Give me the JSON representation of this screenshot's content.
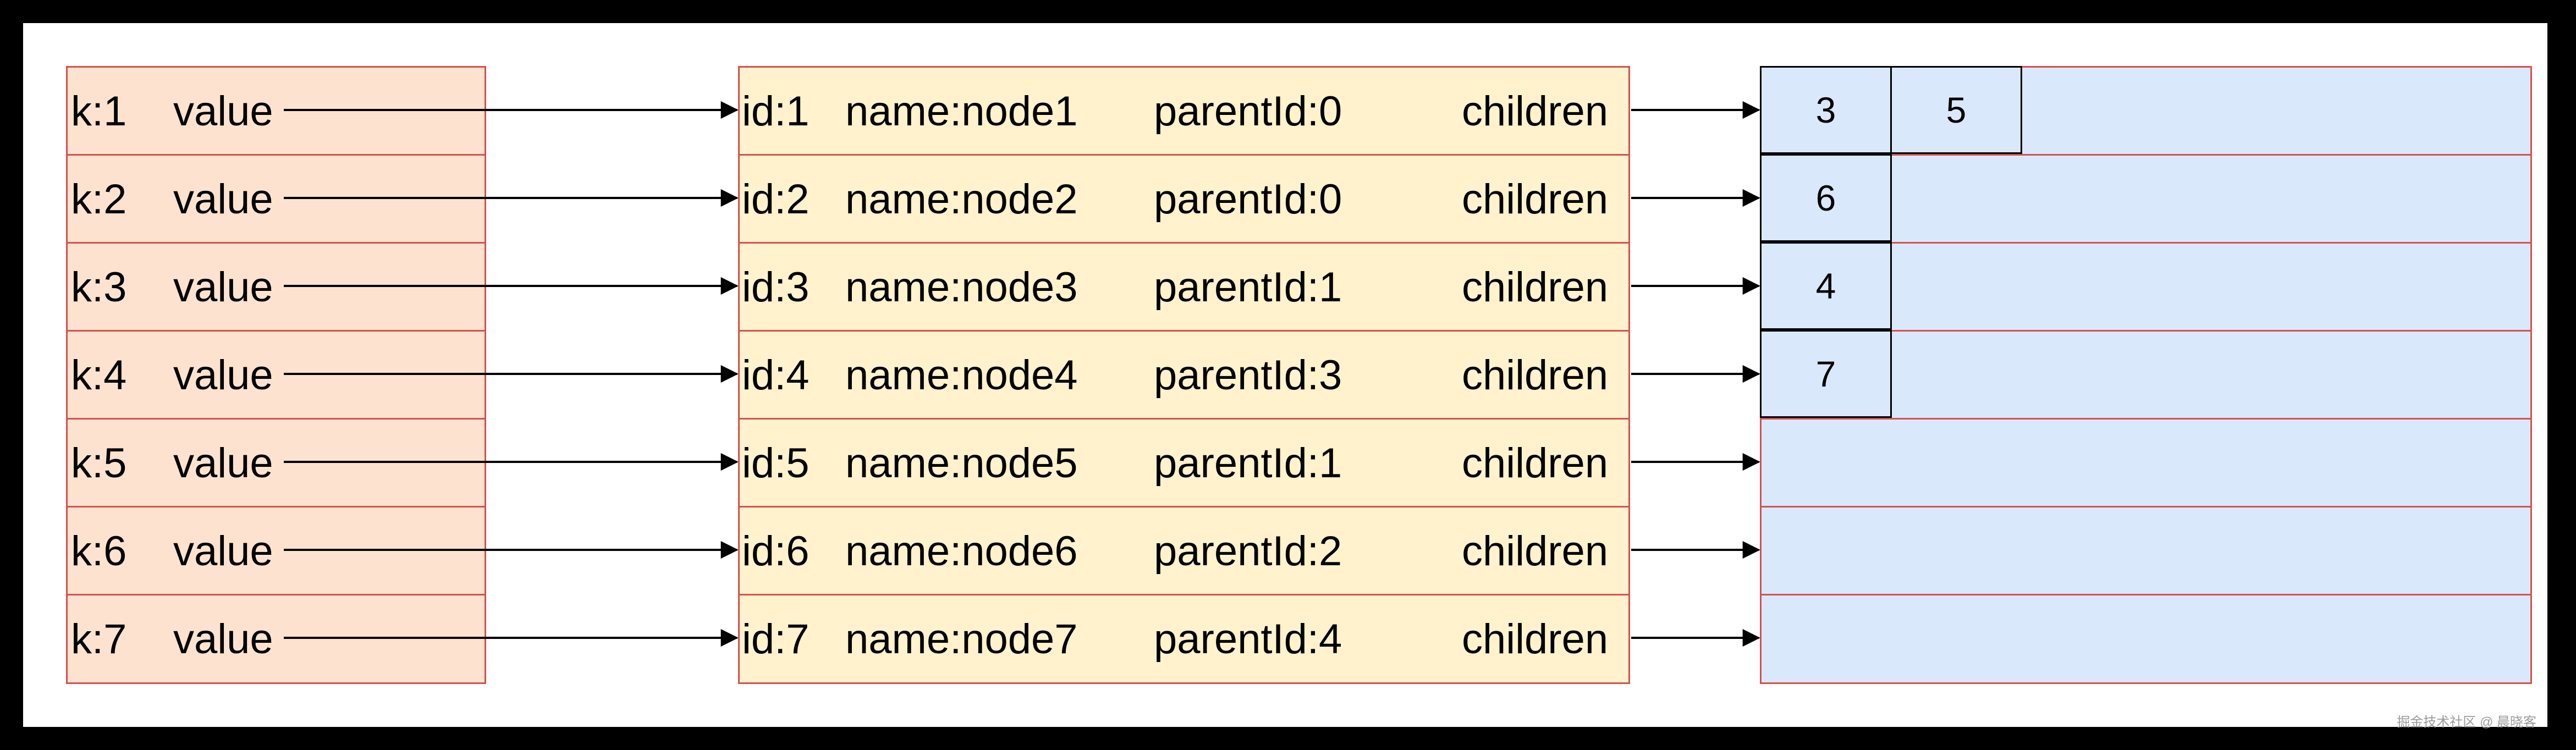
{
  "colors": {
    "background": "#000000",
    "canvas": "#ffffff",
    "map_fill": "#fde3cf",
    "node_fill": "#fff2cc",
    "children_fill": "#dae8fc",
    "border": "#d6504f",
    "cell_border": "#000000",
    "arrow": "#000000"
  },
  "map_rows": [
    {
      "key": "k:1",
      "value": "value"
    },
    {
      "key": "k:2",
      "value": "value"
    },
    {
      "key": "k:3",
      "value": "value"
    },
    {
      "key": "k:4",
      "value": "value"
    },
    {
      "key": "k:5",
      "value": "value"
    },
    {
      "key": "k:6",
      "value": "value"
    },
    {
      "key": "k:7",
      "value": "value"
    }
  ],
  "node_rows": [
    {
      "id": "id:1",
      "name": "name:node1",
      "parent": "parentId:0",
      "children": "children"
    },
    {
      "id": "id:2",
      "name": "name:node2",
      "parent": "parentId:0",
      "children": "children"
    },
    {
      "id": "id:3",
      "name": "name:node3",
      "parent": "parentId:1",
      "children": "children"
    },
    {
      "id": "id:4",
      "name": "name:node4",
      "parent": "parentId:3",
      "children": "children"
    },
    {
      "id": "id:5",
      "name": "name:node5",
      "parent": "parentId:1",
      "children": "children"
    },
    {
      "id": "id:6",
      "name": "name:node6",
      "parent": "parentId:2",
      "children": "children"
    },
    {
      "id": "id:7",
      "name": "name:node7",
      "parent": "parentId:4",
      "children": "children"
    }
  ],
  "children_rows": [
    [
      "3",
      "5"
    ],
    [
      "6"
    ],
    [
      "4"
    ],
    [
      "7"
    ],
    [],
    [],
    []
  ],
  "watermark": "掘金技术社区 @ 晨晓客"
}
